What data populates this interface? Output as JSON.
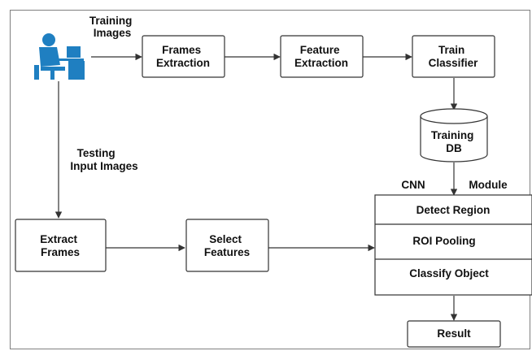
{
  "labels": {
    "training_images": [
      "Training",
      "Images"
    ],
    "testing_input_images": [
      "Testing",
      "Input Images"
    ],
    "cnn": "CNN",
    "module": "Module"
  },
  "nodes": {
    "frames_extraction": [
      "Frames",
      "Extraction"
    ],
    "feature_extraction": [
      "Feature",
      "Extraction"
    ],
    "train_classifier": [
      "Train",
      "Classifier"
    ],
    "training_db": [
      "Training",
      "DB"
    ],
    "extract_frames": [
      "Extract",
      "Frames"
    ],
    "select_features": [
      "Select",
      "Features"
    ],
    "detect_region": "Detect Region",
    "roi_pooling": "ROI Pooling",
    "classify_object": "Classify Object",
    "result": "Result"
  },
  "colors": {
    "user_icon": "#1f7fc1",
    "stroke": "#333333"
  },
  "icons": {
    "user": "person-at-computer-icon"
  }
}
